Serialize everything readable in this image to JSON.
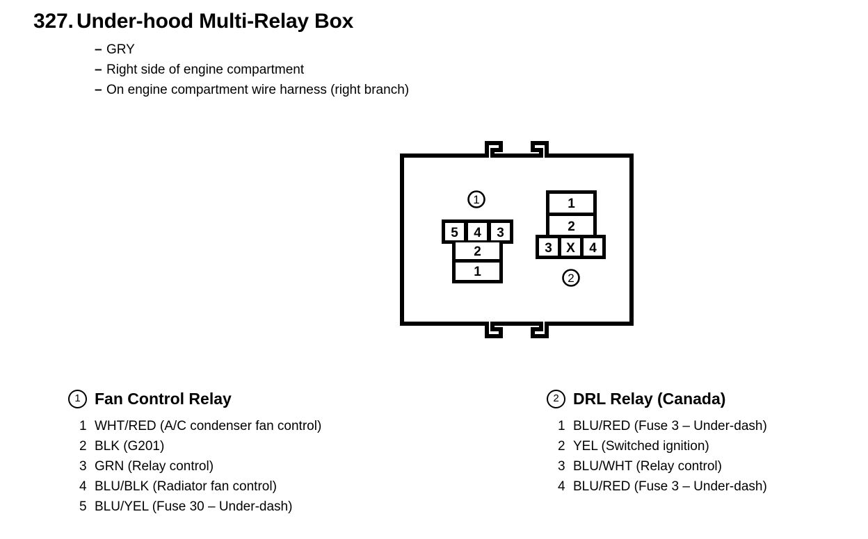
{
  "header": {
    "number": "327.",
    "title": "Under-hood Multi-Relay Box",
    "dash": "–",
    "subtitles": [
      "GRY",
      "Right side of engine compartment",
      "On engine compartment wire harness (right branch)"
    ]
  },
  "diagram": {
    "connector1": {
      "callout": "1",
      "top_row": [
        "5",
        "4",
        "3"
      ],
      "stack": [
        "2",
        "1"
      ]
    },
    "connector2": {
      "callout": "2",
      "stack": [
        "1",
        "2"
      ],
      "bottom_row": [
        "3",
        "X",
        "4"
      ]
    }
  },
  "legends": [
    {
      "badge": "1",
      "title": "Fan Control Relay",
      "pins": [
        {
          "num": "1",
          "text": "WHT/RED (A/C condenser fan control)"
        },
        {
          "num": "2",
          "text": "BLK (G201)"
        },
        {
          "num": "3",
          "text": "GRN (Relay control)"
        },
        {
          "num": "4",
          "text": "BLU/BLK (Radiator fan control)"
        },
        {
          "num": "5",
          "text": "BLU/YEL (Fuse 30 – Under-dash)"
        }
      ]
    },
    {
      "badge": "2",
      "title": "DRL Relay (Canada)",
      "pins": [
        {
          "num": "1",
          "text": "BLU/RED (Fuse 3 – Under-dash)"
        },
        {
          "num": "2",
          "text": "YEL (Switched ignition)"
        },
        {
          "num": "3",
          "text": "BLU/WHT (Relay control)"
        },
        {
          "num": "4",
          "text": "BLU/RED (Fuse 3 – Under-dash)"
        }
      ]
    }
  ],
  "colors": {
    "ink": "#000000",
    "paper": "#ffffff"
  }
}
